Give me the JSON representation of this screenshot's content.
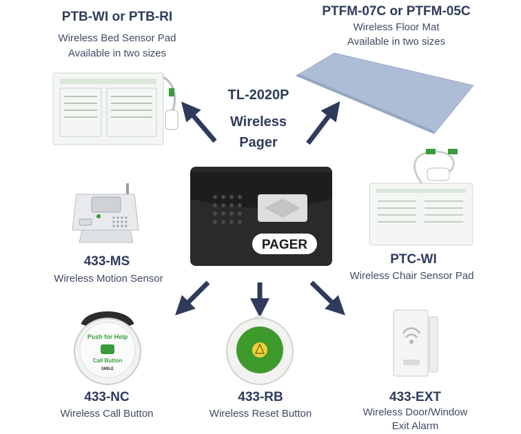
{
  "center": {
    "model": "TL-2020P",
    "line1": "Wireless",
    "line2": "Pager",
    "case_label": "PAGER"
  },
  "products": {
    "bed_pad": {
      "model": "PTB-WI or PTB-RI",
      "desc1": "Wireless Bed Sensor Pad",
      "desc2": "Available in two sizes"
    },
    "floor_mat": {
      "model": "PTFM-07C or PTFM-05C",
      "desc1": "Wireless Floor Mat",
      "desc2": "Available in two sizes"
    },
    "motion": {
      "model": "433-MS",
      "desc1": "Wireless Motion Sensor"
    },
    "chair_pad": {
      "model": "PTC-WI",
      "desc1": "Wireless Chair Sensor Pad"
    },
    "call_button": {
      "model": "433-NC",
      "desc1": "Wireless Call Button",
      "label_top": "Push for Help",
      "label_bottom": "Call Button",
      "brand": "SMILE"
    },
    "reset_button": {
      "model": "433-RB",
      "desc1": "Wireless Reset Button"
    },
    "door_alarm": {
      "model": "433-EXT",
      "desc1": "Wireless Door/Window",
      "desc2": "Exit Alarm"
    }
  },
  "colors": {
    "arrow": "#2f3b5c",
    "text_dark": "#2f3b5c",
    "accent_green": "#3a9a3c",
    "mat_blue": "#aebdd6"
  }
}
